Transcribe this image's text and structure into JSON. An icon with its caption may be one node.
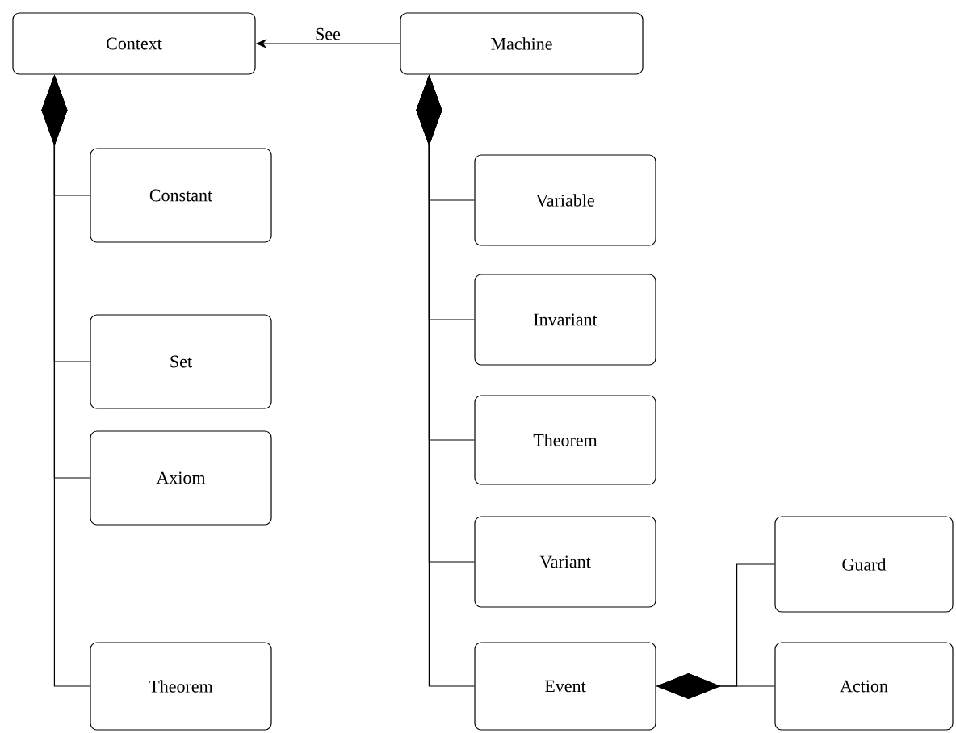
{
  "diagram": {
    "nodes": [
      {
        "text": [
          "Context"
        ]
      },
      {
        "text": [
          "Machine"
        ]
      },
      {
        "text": [
          "Constant"
        ]
      },
      {
        "text": [
          "Set"
        ]
      },
      {
        "text": [
          "Axiom"
        ]
      },
      {
        "text": [
          "Theorem"
        ]
      },
      {
        "text": [
          "Variable"
        ]
      },
      {
        "text": [
          "Invariant"
        ]
      },
      {
        "text": [
          "Theorem"
        ]
      },
      {
        "text": [
          "Variant"
        ]
      },
      {
        "text": [
          "Event"
        ]
      },
      {
        "text": [
          "Guard"
        ]
      },
      {
        "text": [
          "Action"
        ]
      }
    ],
    "edges": [
      {
        "from": 1,
        "to": 0,
        "arrow": "to",
        "label": "See"
      },
      {
        "from": 0,
        "to": 2,
        "arrow": "other"
      },
      {
        "from": 0,
        "to": 3,
        "arrow": "other"
      },
      {
        "from": 0,
        "to": 4,
        "arrow": "other"
      },
      {
        "from": 0,
        "to": 5,
        "arrow": "other"
      },
      {
        "from": 1,
        "to": 6,
        "arrow": "other"
      },
      {
        "from": 1,
        "to": 7,
        "arrow": "other"
      },
      {
        "from": 1,
        "to": 8,
        "arrow": "other"
      },
      {
        "from": 1,
        "to": 9,
        "arrow": "other"
      },
      {
        "from": 1,
        "to": 10,
        "arrow": "other"
      },
      {
        "from": 10,
        "to": 11,
        "arrow": "other"
      },
      {
        "from": 10,
        "to": 12,
        "arrow": "other"
      }
    ]
  }
}
